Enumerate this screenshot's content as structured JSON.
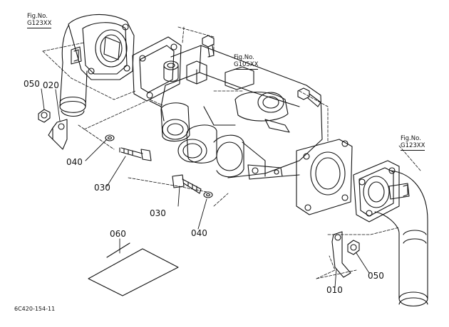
{
  "figure_refs": [
    {
      "label": "Fig.No.",
      "code": "G123XX"
    },
    {
      "label": "Fig.No.",
      "code": "G105XX"
    },
    {
      "label": "Fig.No.",
      "code": "G123XX"
    }
  ],
  "part_labels": [
    "050",
    "020",
    "040",
    "030",
    "030",
    "040",
    "060",
    "010",
    "050"
  ],
  "caption": "6C420-154-11"
}
